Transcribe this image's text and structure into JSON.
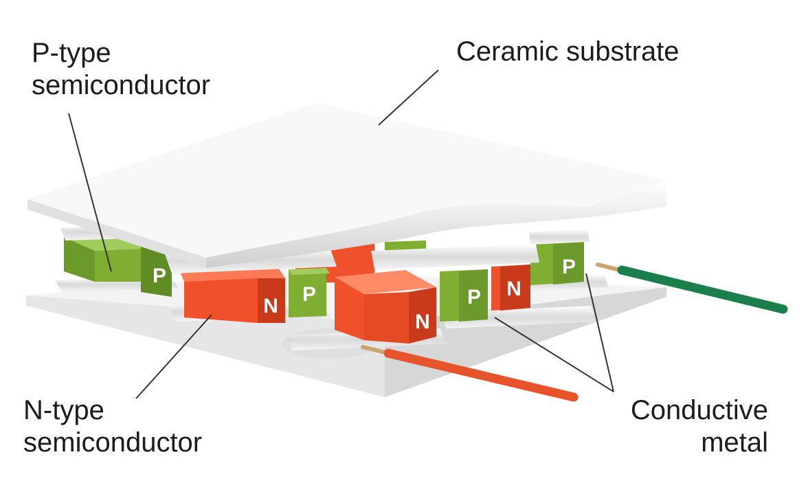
{
  "labels": {
    "p_type": [
      "P-type",
      "semiconductor"
    ],
    "ceramic": "Ceramic substrate",
    "n_type": [
      "N-type",
      "semiconductor"
    ],
    "conductive": [
      "Conductive",
      "metal"
    ]
  },
  "pellet_letters": {
    "p": "P",
    "n": "N"
  },
  "colors": {
    "p_type": "#7fae32",
    "n_type": "#f0502a",
    "substrate": "#f2f2f2",
    "wire_positive": "#1a7f4a",
    "wire_negative": "#e8542a"
  }
}
